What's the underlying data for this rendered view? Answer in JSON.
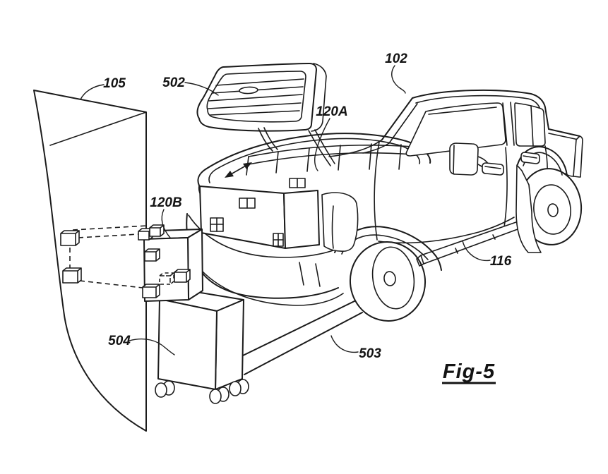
{
  "figure": {
    "caption": "Fig-5"
  },
  "reference_labels": {
    "wall": "105",
    "hood_panel": "502",
    "vehicle": "102",
    "front_battery_array": "120A",
    "transfer_battery_module": "120B",
    "cart": "504",
    "ramp": "503",
    "running_board": "116"
  },
  "colors": {
    "line": "#1b1b1b",
    "background": "#ffffff"
  }
}
